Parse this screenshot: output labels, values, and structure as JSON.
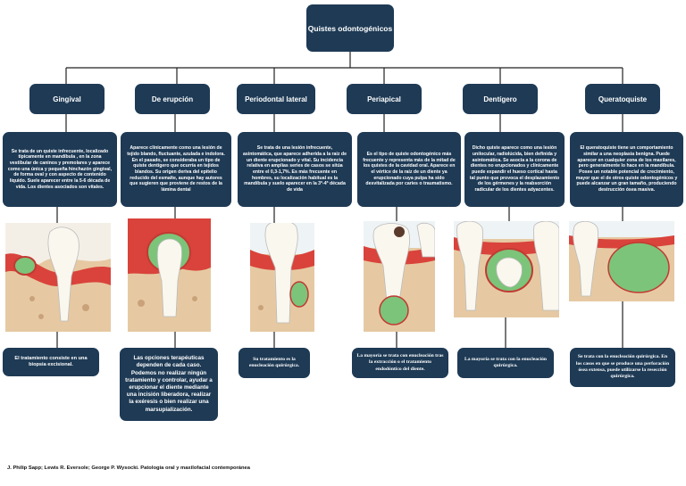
{
  "root": {
    "title": "Quistes odontogénicos"
  },
  "categories": [
    {
      "name": "Gingival",
      "description": "Se trata de un quiste infrecuente, localizado típicamente en mandíbula , en la zona vestibular de caninos y premolares y aparece como una única y pequeña hinchazón gingival, de forma oval y con aspecto de contenido líquido. Suele aparecer entre la 5-6 década de vida. Los dientes asociados son vitales.",
      "treatment": "El tratamiento consiste en una biopsia excisional."
    },
    {
      "name": "De erupción",
      "description": "Aparece clínicamente como una lesión de tejido blando, fluctuante, azulada e indolora. En el pasado, se consideraba un tipo de quiste dentígero que ocurría en tejidos blandos. Su origen deriva del epitelio reducido del esmalte, aunque hay autores que sugieren que proviene de restos de la lámina dental",
      "treatment": "Las opciones terapéuticas dependen de cada caso. Podemos no realizar ningún tratamiento y controlar, ayudar a erupcionar el diente mediante una incisión liberadora, realizar la exéresis o bien realizar una marsupialización."
    },
    {
      "name": "Periodontal lateral",
      "description": "Se trata de una lesión infrecuente, asintomática, que aparece adherida a la raíz de un diente erupcionado y vital. Su incidencia relativa en amplias series de casos se sitúa entre el 0,3-1,7%. Es más frecuente en hombres, su localización habitual es la mandíbula y suelo aparecer en la 3ª-4ª década de vida",
      "treatment": "Su tratamiento es la enucleación quirúrgica."
    },
    {
      "name": "Periapical",
      "description": "Es el tipo de quiste odontogénico más frecuente y representa más de la mitad de los quistes de la cavidad oral. Aparece en el vértice de la raíz de un diente ya erupcionado cuya pulpa ha sido desvitalizada por caries o traumatismo.",
      "treatment": "La mayoría se trata con enucleación tras la extracción o el tratamiento endodóntico del diente."
    },
    {
      "name": "Dentígero",
      "description": "Dicho quiste aparece como una lesión unilocular, radiolúcida, bien definida y asintomática. Se asocia a la corona de dientes no erupcionados y clínicamente puede expandir el hueso cortical hasta tal punto que provoca el desplazamiento de los gérmenes y la reabsorción radicular de los dientes adyacentes.",
      "treatment": "La mayoría se trata con la enucleación quirúrgica."
    },
    {
      "name": "Queratoquiste",
      "description": "El queratoquiste tiene un comportamiento similar a una neoplasia benigna. Puede aparecer en cualquier zona de los maxilares, pero generalmente lo hace en la mandíbula. Posee un notable potencial de crecimiento, mayor que el de otros quiste odontogénicos y puede alcanzar un gran tamaño, produciendo destrucción ósea masiva.",
      "treatment": "Se trata con la enucleación quirúrgica. En los casos en que se produce una perforación ósea extensa, puede utilizarse la resección quirúrgica."
    }
  ],
  "citation": "J. Philip Sapp; Lewis R. Eversole; George P. Wysocki. Patología oral y maxilofacial contemporánea",
  "colors": {
    "box": "#1e3a55",
    "gum": "#d9433b",
    "bone": "#e8c9a0",
    "cyst": "#7cc47a"
  }
}
